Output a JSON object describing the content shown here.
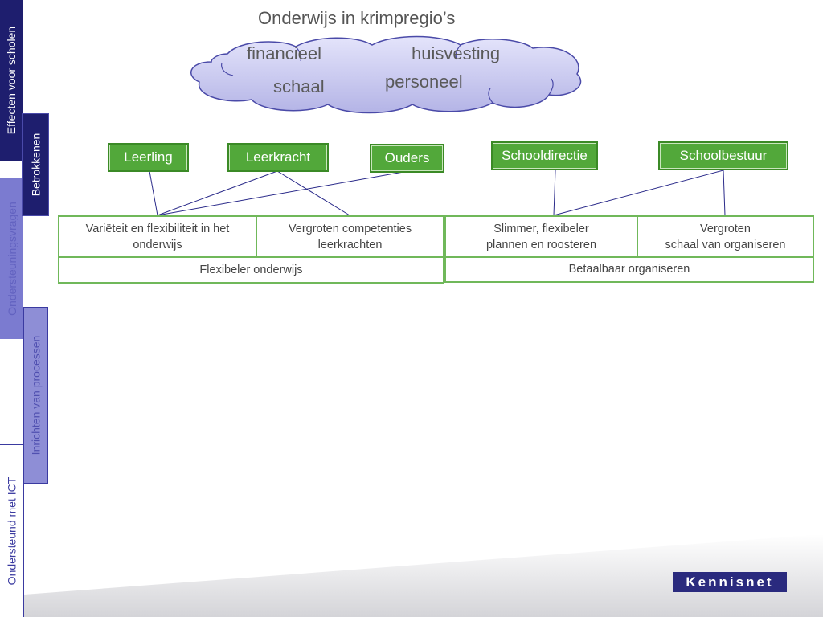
{
  "side_tabs": {
    "effecten": "Effecten voor scholen",
    "betrokkenen": "Betrokkenen",
    "ondersteuning": "Ondersteuningsvragen",
    "inrichten": "Inrichten van processen",
    "ondersteund": "Ondersteund met ICT"
  },
  "title": "Onderwijs in krimpregio’s",
  "cloud": {
    "financieel": "financieel",
    "huisvesting": "huisvesting",
    "schaal": "schaal",
    "personeel": "personeel"
  },
  "stakeholders": {
    "leerling": "Leerling",
    "leerkracht": "Leerkracht",
    "ouders": "Ouders",
    "schooldirectie": "Schooldirectie",
    "schoolbestuur": "Schoolbestuur"
  },
  "goals": {
    "varieteit": [
      "Variëteit en flexibiliteit in het",
      "onderwijs"
    ],
    "competenties": [
      "Vergroten competenties",
      "leerkrachten"
    ],
    "slimmer": [
      "Slimmer, flexibeler",
      "plannen en roosteren"
    ],
    "schaal_org": [
      "Vergroten",
      "schaal van organiseren"
    ]
  },
  "categories": {
    "flexibeler": "Flexibeler onderwijs",
    "betaalbaar": "Betaalbaar organiseren"
  },
  "logo": "Kennisnet",
  "colors": {
    "tab_dark": "#1e1e6e",
    "tab_light": "#7b7bd0",
    "green_box": "#52a83a",
    "green_border": "#70b85a",
    "cloud": "#c6c6ef"
  }
}
